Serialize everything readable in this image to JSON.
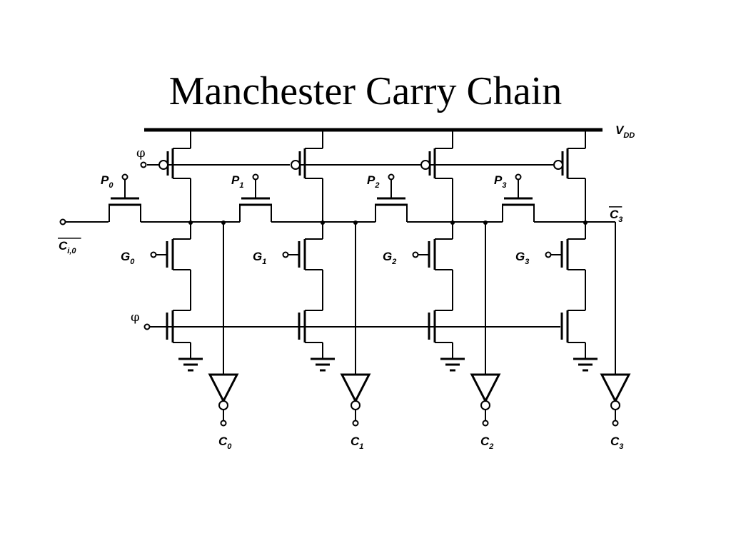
{
  "title": "Manchester Carry Chain",
  "supply": {
    "base": "V",
    "sub": "DD"
  },
  "clock_symbol": "φ",
  "stages": [
    {
      "p_base": "P",
      "p_sub": "0",
      "g_base": "G",
      "g_sub": "0",
      "c_base": "C",
      "c_sub": "0"
    },
    {
      "p_base": "P",
      "p_sub": "1",
      "g_base": "G",
      "g_sub": "1",
      "c_base": "C",
      "c_sub": "1"
    },
    {
      "p_base": "P",
      "p_sub": "2",
      "g_base": "G",
      "g_sub": "2",
      "c_base": "C",
      "c_sub": "2"
    },
    {
      "p_base": "P",
      "p_sub": "3",
      "g_base": "G",
      "g_sub": "3",
      "c_base": "C",
      "c_sub": "3"
    }
  ],
  "carry_in": {
    "base": "C",
    "sub": "i,0"
  },
  "carry_out_bar": {
    "base": "C",
    "sub": "3"
  }
}
